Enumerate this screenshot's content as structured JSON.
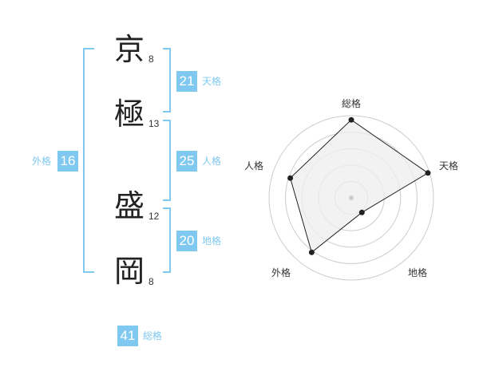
{
  "characters": [
    {
      "char": "京",
      "strokes": "8"
    },
    {
      "char": "極",
      "strokes": "13"
    },
    {
      "char": "盛",
      "strokes": "12"
    },
    {
      "char": "岡",
      "strokes": "8"
    }
  ],
  "fortunes": {
    "tenkaku": {
      "value": "21",
      "label": "天格"
    },
    "jinkaku": {
      "value": "25",
      "label": "人格"
    },
    "chikaku": {
      "value": "20",
      "label": "地格"
    },
    "gaikaku": {
      "value": "16",
      "label": "外格"
    },
    "soukaku": {
      "value": "41",
      "label": "総格"
    }
  },
  "radar": {
    "axes": [
      "総格",
      "天格",
      "地格",
      "外格",
      "人格"
    ],
    "values": [
      0.95,
      0.98,
      0.22,
      0.82,
      0.78
    ],
    "fill_color": "#eeeeee",
    "line_color": "#222222",
    "grid_color": "#cccccc"
  }
}
